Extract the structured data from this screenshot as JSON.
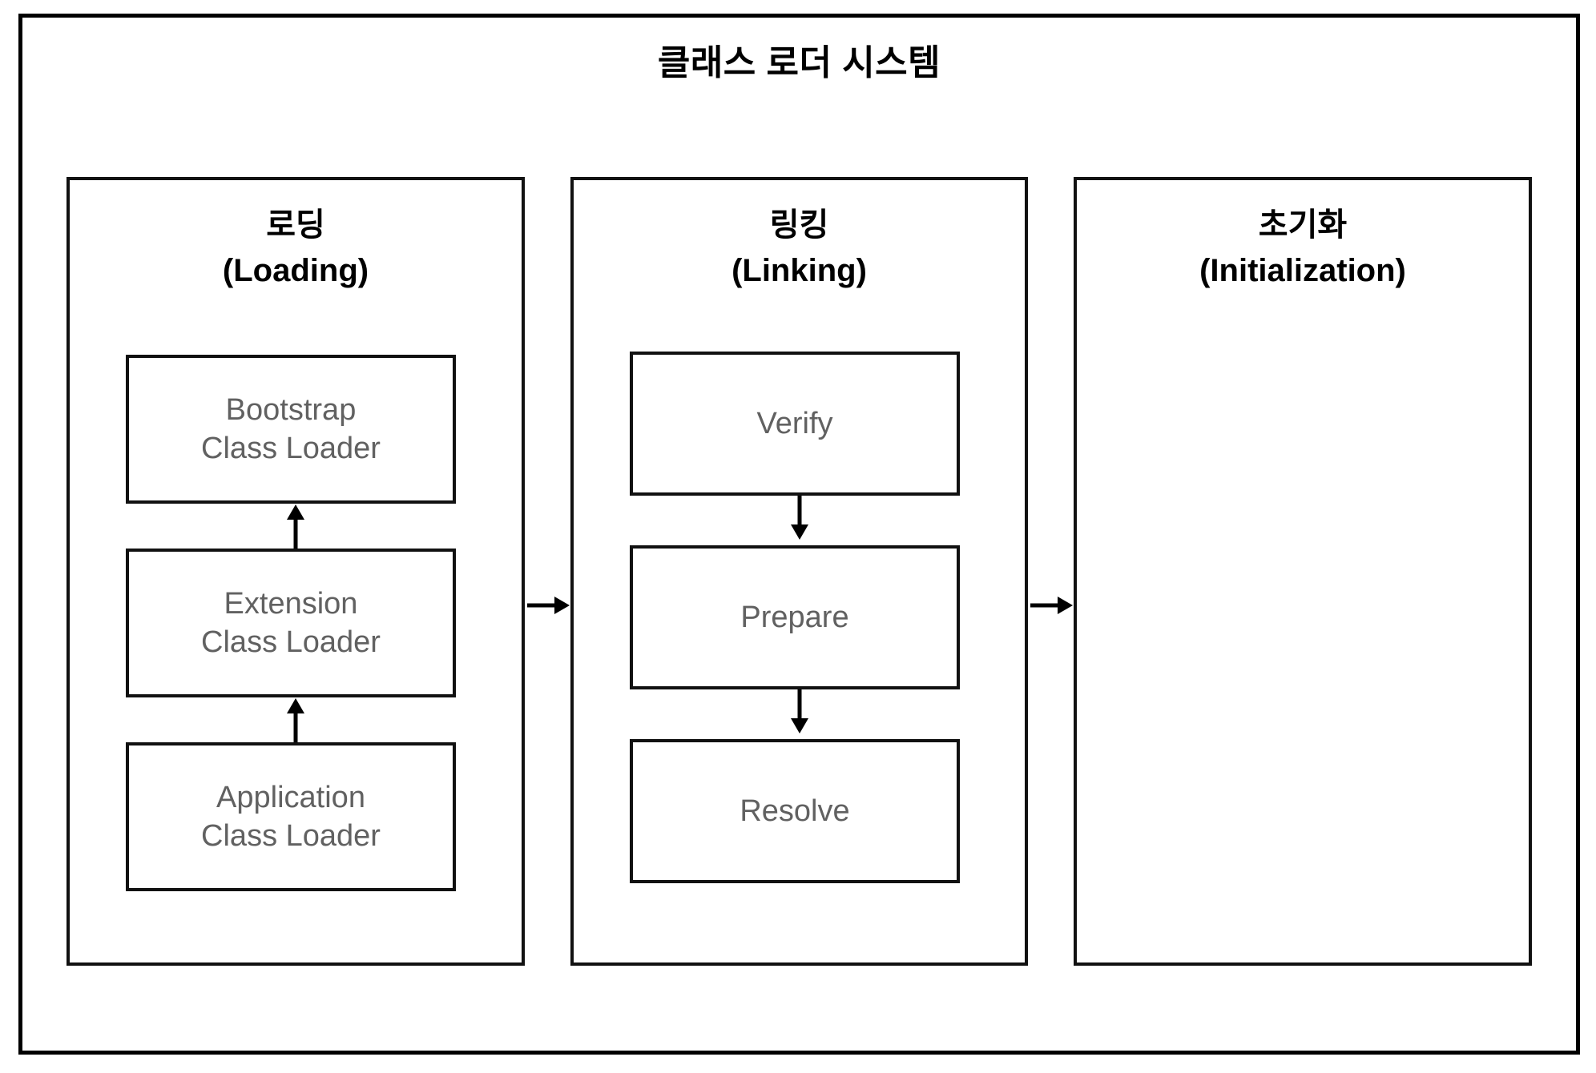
{
  "diagram": {
    "title": "클래스 로더 시스템",
    "stages": [
      {
        "id": "loading",
        "title_ko": "로딩",
        "title_en": "(Loading)",
        "boxes": [
          {
            "id": "bootstrap",
            "label": "Bootstrap\nClass Loader"
          },
          {
            "id": "extension",
            "label": "Extension\nClass Loader"
          },
          {
            "id": "application",
            "label": "Application\nClass Loader"
          }
        ],
        "internal_arrow_direction": "up"
      },
      {
        "id": "linking",
        "title_ko": "링킹",
        "title_en": "(Linking)",
        "boxes": [
          {
            "id": "verify",
            "label": "Verify"
          },
          {
            "id": "prepare",
            "label": "Prepare"
          },
          {
            "id": "resolve",
            "label": "Resolve"
          }
        ],
        "internal_arrow_direction": "down"
      },
      {
        "id": "initialization",
        "title_ko": "초기화",
        "title_en": "(Initialization)",
        "boxes": [],
        "internal_arrow_direction": "none"
      }
    ],
    "connectors": [
      {
        "id": "loading-to-linking",
        "direction": "right"
      },
      {
        "id": "linking-to-initialization",
        "direction": "right"
      }
    ],
    "colors": {
      "stroke": "#111111",
      "title_text": "#000000",
      "box_text": "#616161",
      "background": "#ffffff"
    }
  }
}
